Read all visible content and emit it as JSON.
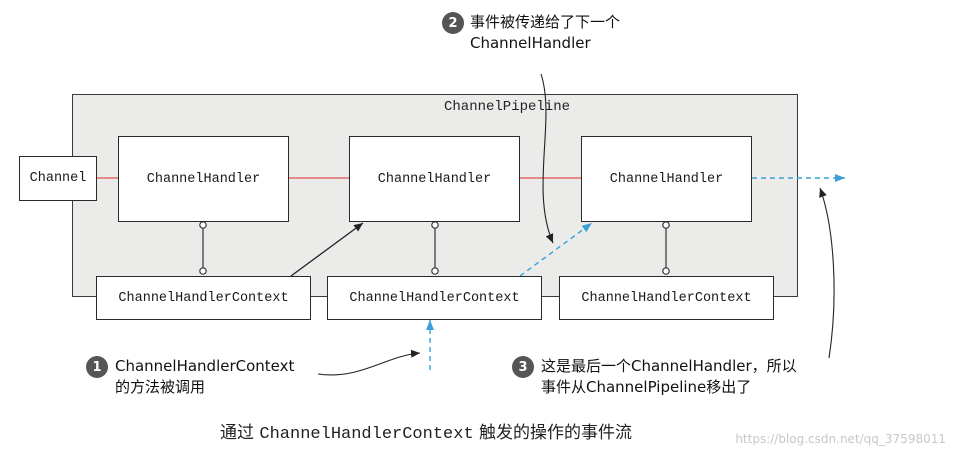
{
  "pipeline": {
    "label": "ChannelPipeline"
  },
  "channel": {
    "label": "Channel"
  },
  "handlers": [
    {
      "label": "ChannelHandler"
    },
    {
      "label": "ChannelHandler"
    },
    {
      "label": "ChannelHandler"
    }
  ],
  "contexts": [
    {
      "label": "ChannelHandlerContext"
    },
    {
      "label": "ChannelHandlerContext"
    },
    {
      "label": "ChannelHandlerContext"
    }
  ],
  "notes": [
    {
      "number": "1",
      "line1": "ChannelHandlerContext",
      "line2": "的方法被调用"
    },
    {
      "number": "2",
      "line1": "事件被传递给了下一个",
      "line2": "ChannelHandler"
    },
    {
      "number": "3",
      "line1": "这是最后一个ChannelHandler，所以",
      "line2": "事件从ChannelPipeline移出了"
    }
  ],
  "caption": {
    "prefix": "通过 ",
    "code": "ChannelHandlerContext",
    "suffix": " 触发的操作的事件流"
  },
  "watermark": "https://blog.csdn.net/qq_37598011",
  "colors": {
    "pipe_line": "#e05050",
    "event_arrow": "#3a9fd6",
    "box_border": "#2a2a2a",
    "pipeline_bg": "#ebebea"
  }
}
